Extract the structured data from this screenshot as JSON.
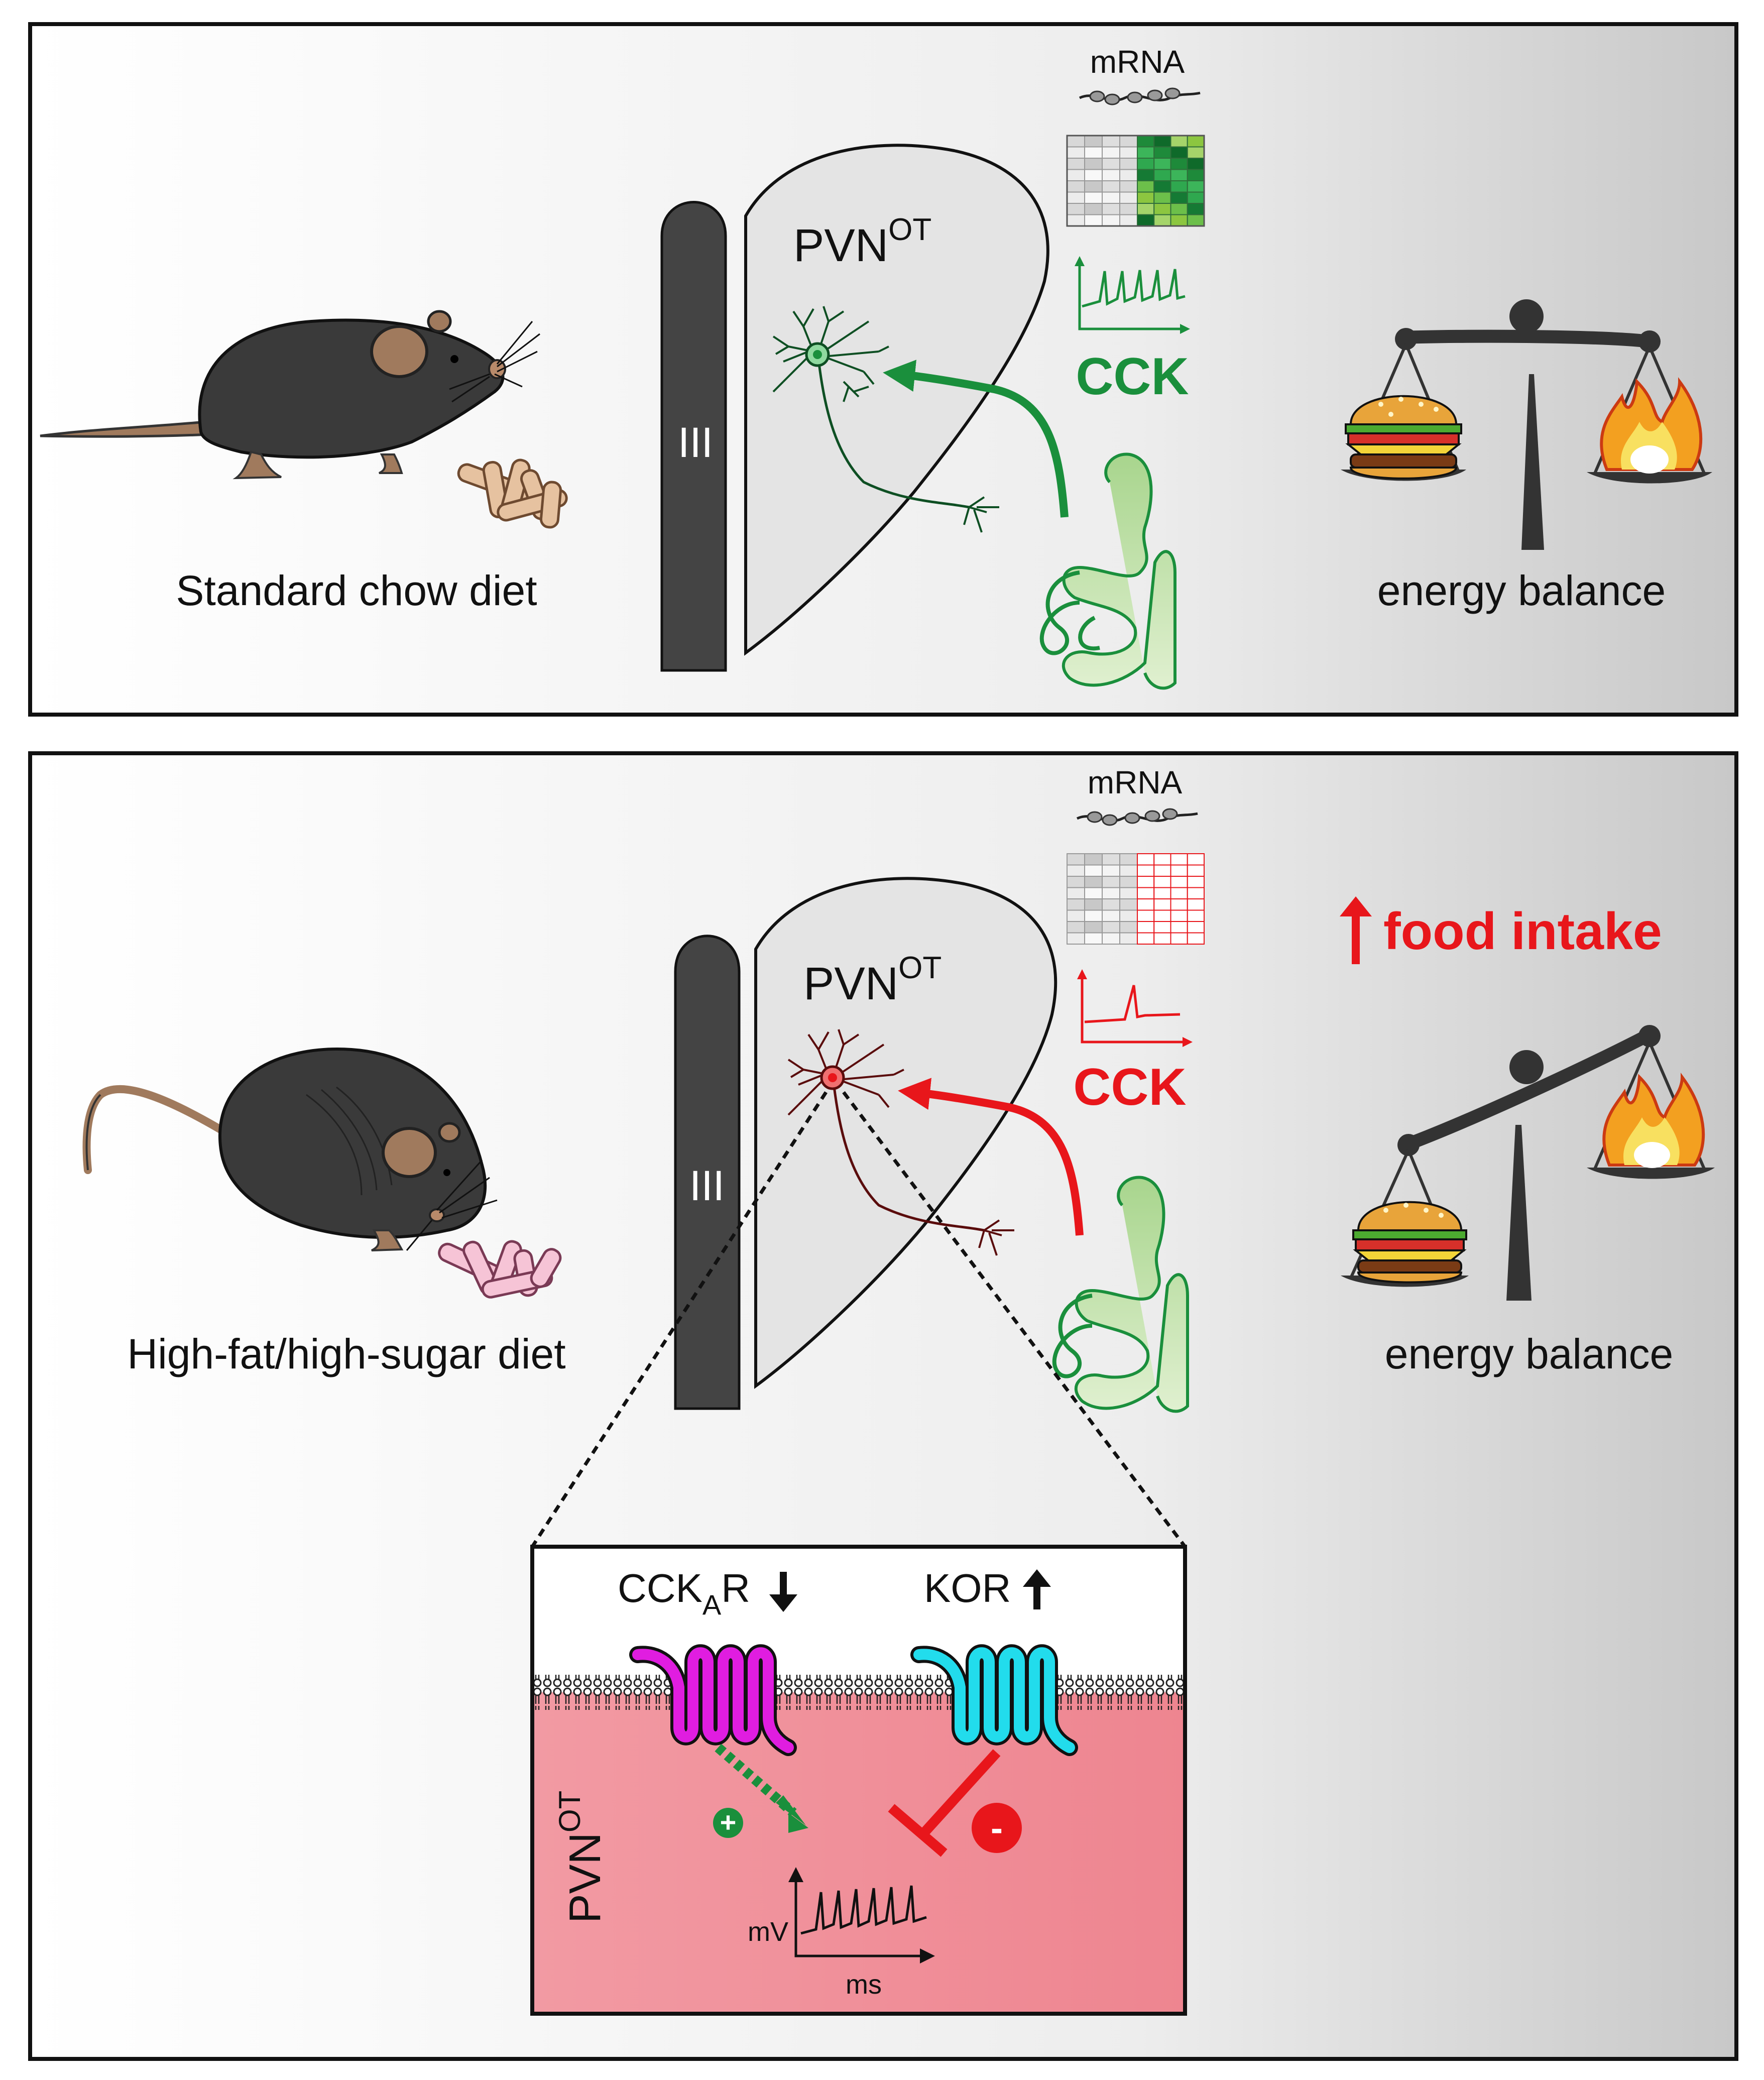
{
  "panel_top": {
    "diet_label": "Standard chow diet",
    "region_label": "PVN",
    "region_sup": "OT",
    "ventricle_label": "III",
    "mrna_label": "mRNA",
    "cck_label": "CCK",
    "outcome_label": "energy balance",
    "state_color": "#1a8f3c"
  },
  "panel_bottom": {
    "diet_label": "High-fat/high-sugar diet",
    "region_label": "PVN",
    "region_sup": "OT",
    "ventricle_label": "III",
    "mrna_label": "mRNA",
    "cck_label": "CCK",
    "intake_label": "food intake",
    "outcome_label": "energy balance",
    "state_color": "#e8161b"
  },
  "inset": {
    "receptor1_main": "CCK",
    "receptor1_sub": "A",
    "receptor1_tail": "R",
    "receptor2": "KOR",
    "plus_sign": "+",
    "minus_sign": "-",
    "cell_label": "PVN",
    "cell_sup": "OT",
    "y_axis": "mV",
    "x_axis": "ms",
    "receptor1_color": "#e01de0",
    "receptor2_color": "#22dcec"
  },
  "icons": [
    "mouse-icon",
    "food-pellets-icon",
    "neuron-icon",
    "gut-icon",
    "scale-icon",
    "burger-icon",
    "flame-icon",
    "heatmap-icon",
    "spike-trace-icon",
    "up-arrow-icon",
    "down-arrow-icon"
  ]
}
